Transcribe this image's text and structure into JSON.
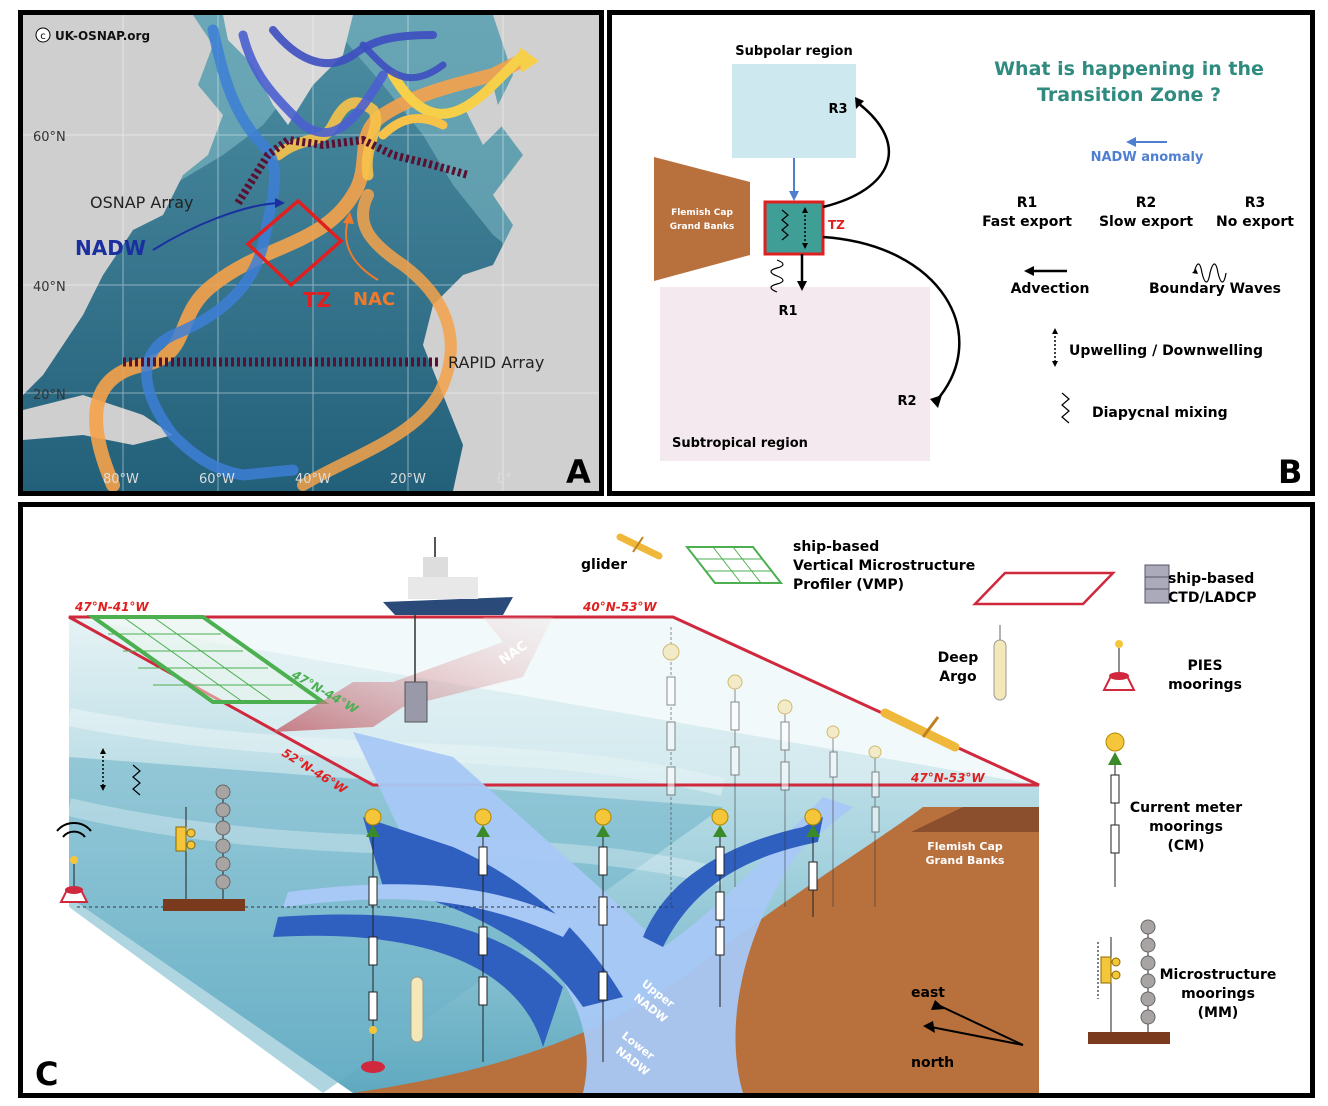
{
  "panel_a": {
    "letter": "A",
    "copyright": "UK-OSNAP.org",
    "copyright_symbol": "c",
    "lat_labels": [
      "60°N",
      "40°N",
      "20°N"
    ],
    "lon_labels": [
      "80°W",
      "60°W",
      "40°W",
      "20°W",
      "0°"
    ],
    "osnap_label": "OSNAP Array",
    "rapid_label": "RAPID Array",
    "nadw_label": "NADW",
    "tz_label": "TZ",
    "nac_label": "NAC",
    "colors": {
      "nadw": "#1a2fa0",
      "tz": "#e02020",
      "nac": "#f07a2a",
      "array": "#5a1030"
    }
  },
  "panel_b": {
    "letter": "B",
    "subpolar": "Subpolar region",
    "subtropical": "Subtropical region",
    "flemish_line1": "Flemish Cap",
    "flemish_line2": "Grand Banks",
    "tz": "TZ",
    "r1": "R1",
    "r2": "R2",
    "r3": "R3",
    "question_line1": "What is happening in the",
    "question_line2": "Transition Zone ?",
    "nadw_anomaly": "NADW anomaly",
    "legend": {
      "r1_title": "R1",
      "r1_desc": "Fast export",
      "r2_title": "R2",
      "r2_desc": "Slow export",
      "r3_title": "R3",
      "r3_desc": "No export",
      "advection": "Advection",
      "boundary_waves": "Boundary Waves",
      "updown": "Upwelling / Downwelling",
      "diapycnal": "Diapycnal mixing"
    },
    "colors": {
      "question": "#2f8a7f",
      "anomaly": "#4f7fd0",
      "tz": "#e02020",
      "flemish": "#b8703d"
    }
  },
  "panel_c": {
    "letter": "C",
    "coords": [
      "47°N-41°W",
      "40°N-53°W",
      "52°N-46°W",
      "47°N-53°W",
      "47°N-44°W"
    ],
    "nac": "NAC",
    "upper_nadw_1": "Upper",
    "upper_nadw_2": "NADW",
    "lower_nadw_1": "Lower",
    "lower_nadw_2": "NADW",
    "flemish_line1": "Flemish Cap",
    "flemish_line2": "Grand Banks",
    "east": "east",
    "north": "north",
    "legend": {
      "glider": "glider",
      "vmp_1": "ship-based",
      "vmp_2": "Vertical Microstructure",
      "vmp_3": "Profiler (VMP)",
      "ctd_1": "ship-based",
      "ctd_2": "CTD/LADCP",
      "argo_1": "Deep",
      "argo_2": "Argo",
      "pies_1": "PIES",
      "pies_2": "moorings",
      "cm_1": "Current meter",
      "cm_2": "moorings",
      "cm_3": "(CM)",
      "mm_1": "Microstructure",
      "mm_2": "moorings",
      "mm_3": "(MM)"
    },
    "colors": {
      "coords": "#e02020",
      "vmp": "#4caf50",
      "box": "#d0283c",
      "dark_arrow": "#2f5fbf",
      "light_arrow": "#a8c8f5",
      "land": "#b8703d"
    }
  }
}
